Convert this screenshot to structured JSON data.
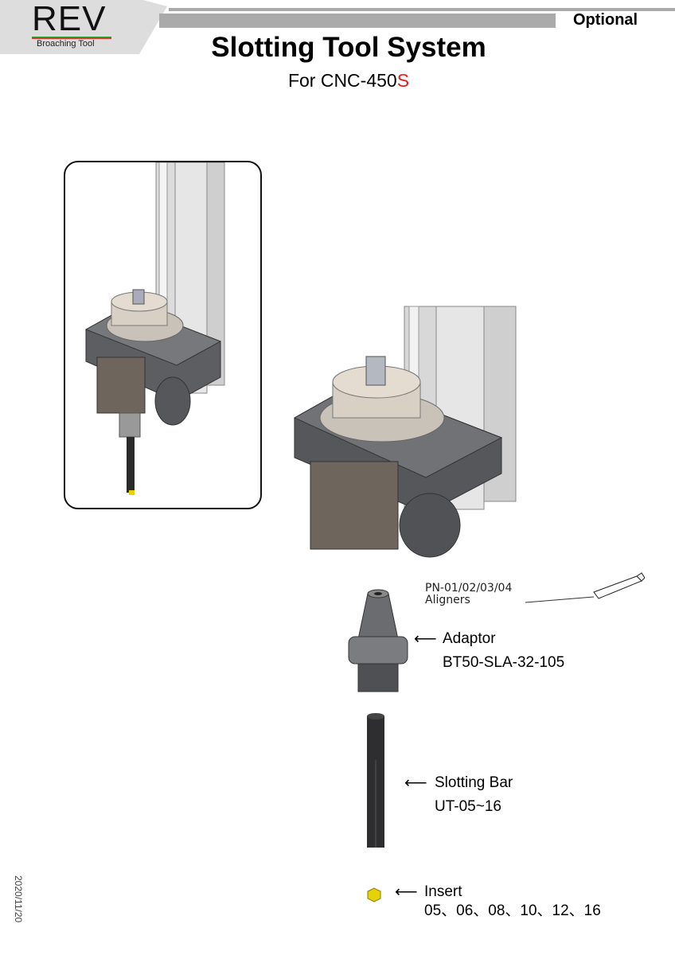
{
  "header": {
    "logo": "REV",
    "logo_subtitle": "Broaching Tool",
    "badge": "Optional",
    "title": "Slotting Tool System",
    "subtitle_prefix": "For CNC-450",
    "subtitle_suffix": "S"
  },
  "callouts": {
    "aligners": {
      "line1": "PN-01/02/03/04",
      "line2": "Aligners"
    },
    "adaptor": {
      "name": "Adaptor",
      "code": "BT50-SLA-32-105"
    },
    "slotting_bar": {
      "name": "Slotting Bar",
      "code": "UT-05~16"
    },
    "insert": {
      "name": "Insert",
      "code": "05、06、08、10、12、16"
    }
  },
  "footer": {
    "date": "2020/11/20"
  },
  "colors": {
    "accent_red": "#e02020",
    "header_gray": "#aaaaaa",
    "insert_yellow": "#e6d200"
  }
}
